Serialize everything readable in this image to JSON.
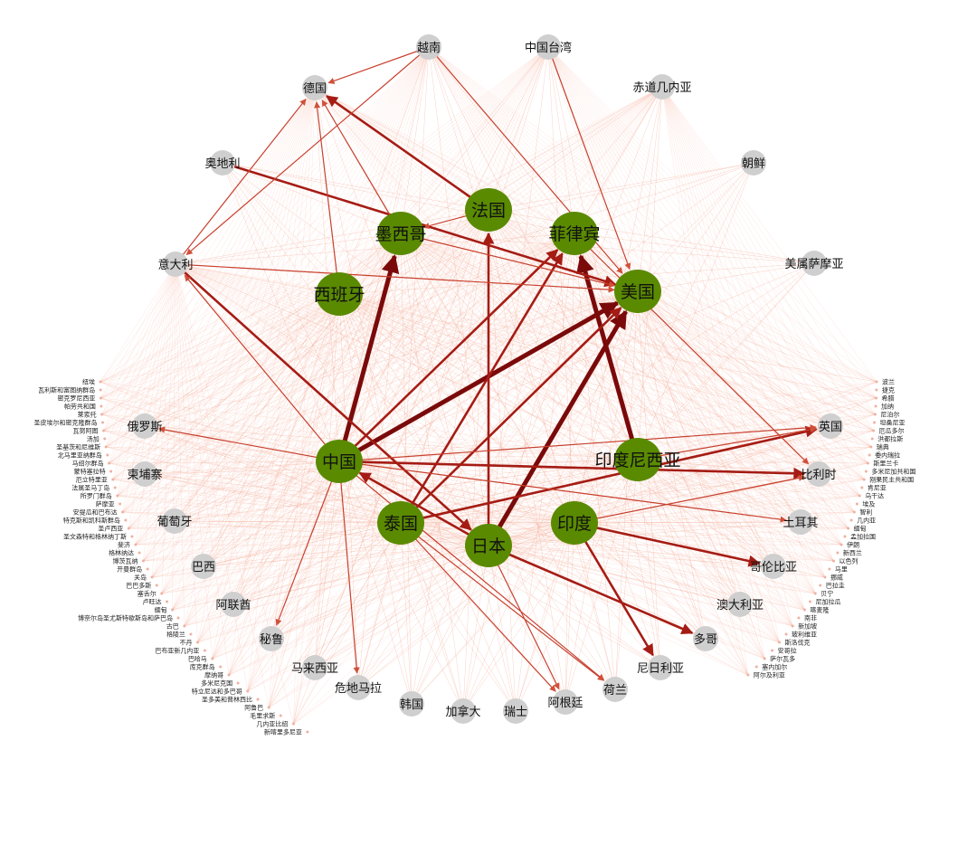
{
  "title": "国家间关系网络图",
  "colors": {
    "main_node": "#5a8a00",
    "gray_node": "#cfcfcf",
    "strong_edge": "#7a0a0a",
    "medium_edge": "#c8402e",
    "weak_edge": "#f3a58f"
  },
  "main_nodes": [
    "中国",
    "泰国",
    "日本",
    "印度",
    "印度尼西亚",
    "美国",
    "菲律宾",
    "法国",
    "墨西哥",
    "西班牙"
  ],
  "gray_nodes": [
    "越南",
    "中国台湾",
    "赤道几内亚",
    "德国",
    "奥地利",
    "朝鲜",
    "意大利",
    "美属萨摩亚",
    "俄罗斯",
    "柬埔寨",
    "葡萄牙",
    "巴西",
    "阿联酋",
    "秘鲁",
    "马来西亚",
    "危地马拉",
    "韩国",
    "加拿大",
    "瑞士",
    "阿根廷",
    "荷兰",
    "尼日利亚",
    "多哥",
    "澳大利亚",
    "哥伦比亚",
    "土耳其",
    "比利时",
    "英国"
  ],
  "small_left": [
    "纽埃",
    "瓦利斯和富图纳群岛",
    "密克罗尼西亚",
    "帕劳共和国",
    "莱索托",
    "圣皮埃尔和密克隆群岛",
    "瓦努阿图",
    "汤加",
    "圣基茨和尼维斯",
    "北马里亚纳群岛",
    "马绍尔群岛",
    "蒙特塞拉特",
    "厄立特里亚",
    "法属圣马丁岛",
    "所罗门群岛",
    "萨摩亚",
    "安提瓜和巴布达",
    "特克斯和凯科斯群岛",
    "圣卢西亚",
    "圣文森特和格林纳丁斯",
    "斐济",
    "格林纳达",
    "博茨瓦纳",
    "开曼群岛",
    "关岛",
    "巴巴多斯",
    "塞舌尔",
    "卢旺达",
    "缅甸",
    "博奈尔岛圣尤斯特歇斯岛和萨巴岛",
    "古巴",
    "格陵兰",
    "不丹",
    "巴布亚新几内亚",
    "巴哈马",
    "库克群岛",
    "摩纳哥",
    "多米尼克国",
    "特立尼达和多巴哥",
    "圣多美和普林西比",
    "阿鲁巴",
    "毛里求斯",
    "几内亚比绍",
    "新喀里多尼亚"
  ],
  "small_right": [
    "波兰",
    "捷克",
    "希腊",
    "加纳",
    "尼泊尔",
    "坦桑尼亚",
    "厄瓜多尔",
    "洪都拉斯",
    "瑞典",
    "委内瑞拉",
    "斯里兰卡",
    "多米尼加共和国",
    "刚果民主共和国",
    "肯尼亚",
    "乌干达",
    "埃及",
    "智利",
    "几内亚",
    "缅甸",
    "孟加拉国",
    "伊朗",
    "新西兰",
    "以色列",
    "马里",
    "挪威",
    "巴拉圭",
    "贝宁",
    "尼加拉瓜",
    "喀麦隆",
    "南非",
    "新加坡",
    "玻利维亚",
    "斯洛伐克",
    "安哥拉",
    "萨尔瓦多",
    "塞内加尔",
    "阿尔及利亚"
  ],
  "edges": [
    {
      "from": "中国",
      "to": "墨西哥",
      "weight": 3
    },
    {
      "from": "中国",
      "to": "美国",
      "weight": 3
    },
    {
      "from": "中国",
      "to": "菲律宾",
      "weight": 2
    },
    {
      "from": "日本",
      "to": "美国",
      "weight": 3
    },
    {
      "from": "日本",
      "to": "法国",
      "weight": 2
    },
    {
      "from": "印度尼西亚",
      "to": "菲律宾",
      "weight": 3
    },
    {
      "from": "泰国",
      "to": "美国",
      "weight": 2
    },
    {
      "from": "泰国",
      "to": "菲律宾",
      "weight": 2
    },
    {
      "from": "奥地利",
      "to": "美国",
      "weight": 2
    },
    {
      "from": "法国",
      "to": "德国",
      "weight": 2
    },
    {
      "from": "意大利",
      "to": "日本",
      "weight": 2
    },
    {
      "from": "日本",
      "to": "中国",
      "weight": 2
    },
    {
      "from": "中国",
      "to": "比利时",
      "weight": 2
    },
    {
      "from": "泰国",
      "to": "英国",
      "weight": 2
    },
    {
      "from": "印度",
      "to": "哥伦比亚",
      "weight": 2
    },
    {
      "from": "印度",
      "to": "尼日利亚",
      "weight": 2
    },
    {
      "from": "日本",
      "to": "多哥",
      "weight": 2
    },
    {
      "from": "印度",
      "to": "比利时",
      "weight": 1
    },
    {
      "from": "中国",
      "to": "荷兰",
      "weight": 1
    },
    {
      "from": "中国",
      "to": "秘鲁",
      "weight": 1
    },
    {
      "from": "中国",
      "to": "危地马拉",
      "weight": 1
    },
    {
      "from": "中国",
      "to": "英国",
      "weight": 1
    },
    {
      "from": "中国",
      "to": "土耳其",
      "weight": 1
    },
    {
      "from": "泰国",
      "to": "荷兰",
      "weight": 1
    },
    {
      "from": "越南",
      "to": "美国",
      "weight": 1
    },
    {
      "from": "越南",
      "to": "意大利",
      "weight": 1
    },
    {
      "from": "越南",
      "to": "德国",
      "weight": 1
    },
    {
      "from": "中国台湾",
      "to": "美国",
      "weight": 1
    },
    {
      "from": "意大利",
      "to": "美国",
      "weight": 1
    },
    {
      "from": "意大利",
      "to": "德国",
      "weight": 1
    },
    {
      "from": "西班牙",
      "to": "德国",
      "weight": 1
    },
    {
      "from": "墨西哥",
      "to": "德国",
      "weight": 1
    },
    {
      "from": "墨西哥",
      "to": "美国",
      "weight": 1
    },
    {
      "from": "菲律宾",
      "to": "比利时",
      "weight": 1
    },
    {
      "from": "日本",
      "to": "阿根廷",
      "weight": 1
    },
    {
      "from": "泰国",
      "to": "阿根廷",
      "weight": 1
    },
    {
      "from": "中国",
      "to": "俄罗斯",
      "weight": 1
    },
    {
      "from": "印度尼西亚",
      "to": "英国",
      "weight": 1
    },
    {
      "from": "中国",
      "to": "意大利",
      "weight": 1
    },
    {
      "from": "法国",
      "to": "墨西哥",
      "weight": 1
    }
  ]
}
